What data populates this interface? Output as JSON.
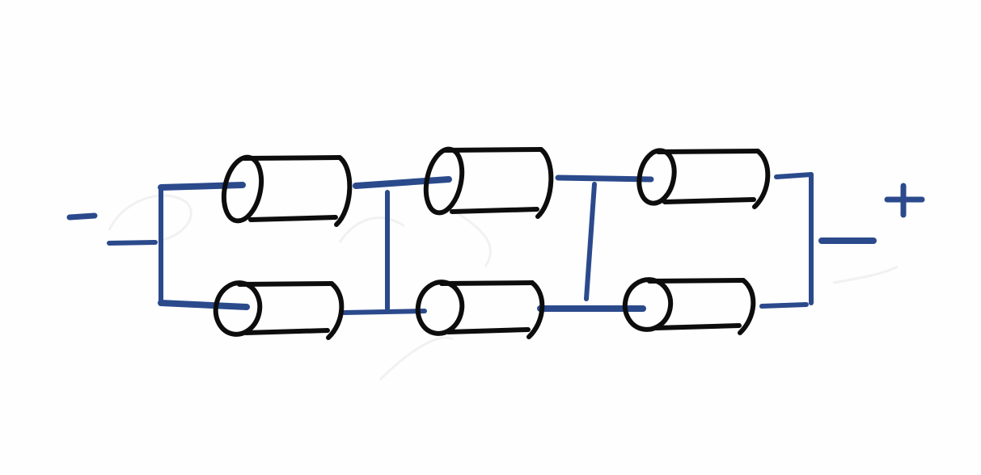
{
  "diagram": {
    "description_free": true,
    "terminals": {
      "negative": {
        "symbol": "-"
      },
      "positive": {
        "symbol": "+"
      }
    },
    "cells": [
      {
        "id": "cell-1-top"
      },
      {
        "id": "cell-1-bottom"
      },
      {
        "id": "cell-2-top"
      },
      {
        "id": "cell-2-bottom"
      },
      {
        "id": "cell-3-top"
      },
      {
        "id": "cell-3-bottom"
      }
    ],
    "colors": {
      "wire": "#2b4a8c",
      "cell_outline": "#0d0d0d",
      "background": "#fefefe"
    }
  }
}
